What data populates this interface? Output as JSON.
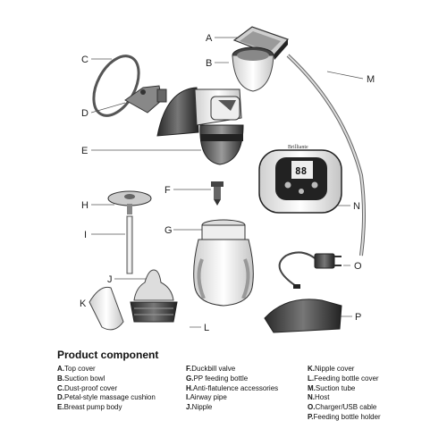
{
  "callouts": {
    "A": "A",
    "B": "B",
    "C": "C",
    "D": "D",
    "E": "E",
    "F": "F",
    "G": "G",
    "H": "H",
    "I": "I",
    "J": "J",
    "K": "K",
    "L": "L",
    "M": "M",
    "N": "N",
    "O": "O",
    "P": "P"
  },
  "device": {
    "brand": "Brilliante",
    "display_value": "88"
  },
  "legend": {
    "title": "Product component",
    "columns": [
      [
        {
          "code": "A.",
          "text": "Top cover"
        },
        {
          "code": "B.",
          "text": "Suction bowl"
        },
        {
          "code": "C.",
          "text": "Dust-proof cover"
        },
        {
          "code": "D.",
          "text": "Petal-style massage cushion"
        },
        {
          "code": "E.",
          "text": "Breast pump body"
        }
      ],
      [
        {
          "code": "F.",
          "text": "Duckbill valve"
        },
        {
          "code": "G.",
          "text": "PP feeding bottle"
        },
        {
          "code": "H.",
          "text": "Anti-flatulence accessories"
        },
        {
          "code": "I.",
          "text": "Airway pipe"
        },
        {
          "code": "J.",
          "text": "Nipple"
        }
      ],
      [
        {
          "code": "K.",
          "text": "Nipple cover"
        },
        {
          "code": "L.",
          "text": "Feeding bottle cover"
        },
        {
          "code": "M.",
          "text": "Suction tube"
        },
        {
          "code": "N.",
          "text": "Host"
        },
        {
          "code": "O.",
          "text": "Charger/USB cable"
        },
        {
          "code": "P.",
          "text": "Feeding bottle holder"
        }
      ]
    ]
  }
}
